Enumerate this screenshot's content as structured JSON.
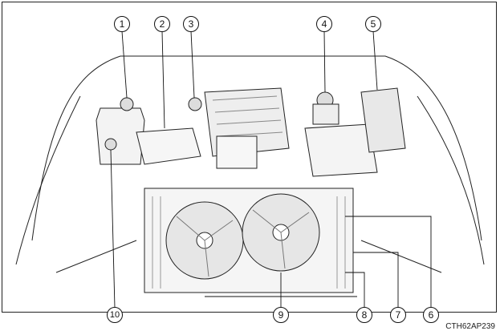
{
  "figure": {
    "code": "CTH62AP239",
    "callouts": [
      "1",
      "2",
      "3",
      "4",
      "5",
      "6",
      "7",
      "8",
      "9",
      "10"
    ]
  }
}
